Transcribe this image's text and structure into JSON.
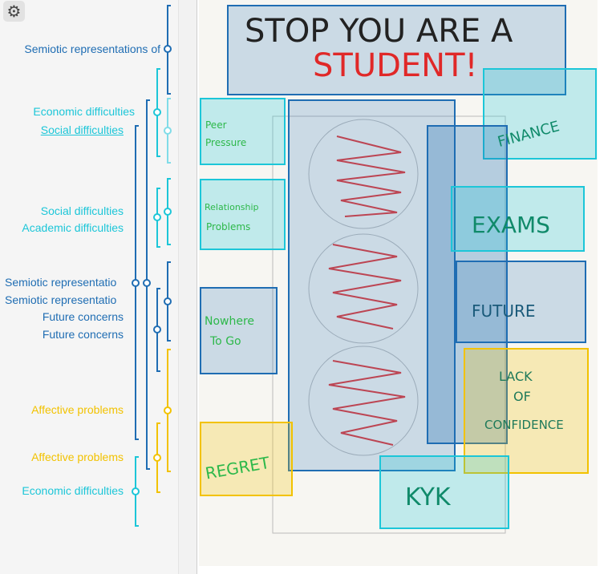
{
  "colors": {
    "blue": "#1f6db3",
    "cyan": "#1cc6d8",
    "light_cyan": "#80dce8",
    "yellow": "#f2c200"
  },
  "toolbar": {
    "settings_icon": "gear-icon"
  },
  "labels": [
    {
      "text": "Semiotic representations of",
      "color": "blue"
    },
    {
      "text": "Economic difficulties",
      "color": "cyan"
    },
    {
      "text": "Social difficulties",
      "color": "cyan"
    },
    {
      "text": "Social difficulties",
      "color": "cyan"
    },
    {
      "text": "Academic difficulties",
      "color": "cyan"
    },
    {
      "text": "Semiotic representatio",
      "color": "blue"
    },
    {
      "text": "Semiotic representatio",
      "color": "blue"
    },
    {
      "text": "Future concerns",
      "color": "blue"
    },
    {
      "text": "Future concerns",
      "color": "blue"
    },
    {
      "text": "Affective problems",
      "color": "yellow"
    },
    {
      "text": "Affective problems",
      "color": "yellow"
    },
    {
      "text": "Economic difficulties",
      "color": "cyan"
    }
  ],
  "image": {
    "title_line1": "STOP YOU ARE A",
    "title_line2": "STUDENT!",
    "finance": "FINANCE",
    "peer1": "Peer",
    "peer2": "Pressure",
    "rel1": "Relationship",
    "rel2": "Problems",
    "exams": "EXAMS",
    "future": "FUTURE",
    "nowhere1": "Nowhere",
    "nowhere2": "To Go",
    "lack1": "LACK",
    "lack2": "OF",
    "lack3": "CONFIDENCE",
    "regret": "REGRET",
    "kyk": "KYK"
  }
}
